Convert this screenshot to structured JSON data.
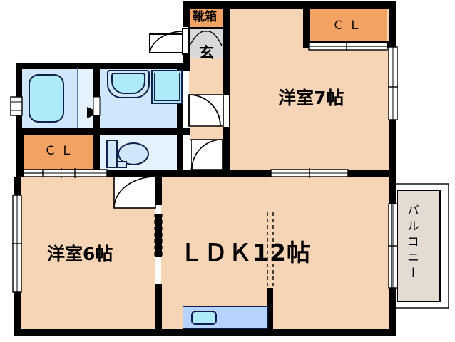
{
  "plan": {
    "title": "Japanese apartment floor plan",
    "colors": {
      "wall": "#000000",
      "room_floor": "#f6d5b6",
      "closet": "#f2a364",
      "wet_area": "#e3f2fd",
      "wet_fixture": "#cfe6fb",
      "entry_floor": "#d9d9d9",
      "balcony": "#e3dcd2",
      "water": "#aeeaf7"
    },
    "rooms": [
      {
        "key": "washitsu7",
        "label": "洋室7帖",
        "type": "bedroom",
        "size_tatami": 7
      },
      {
        "key": "washitsu6",
        "label": "洋室6帖",
        "type": "bedroom",
        "size_tatami": 6
      },
      {
        "key": "ldk",
        "label": "ＬＤＫ12帖",
        "type": "living-dining-kitchen",
        "size_tatami": 12
      }
    ],
    "closets": [
      {
        "key": "cl_bedroom7",
        "label": "ＣＬ"
      },
      {
        "key": "cl_hall",
        "label": "ＣＬ"
      }
    ],
    "entry": {
      "shoe_box_label": "靴箱",
      "genkan_label": "玄"
    },
    "balcony": {
      "label": "バルコニー"
    },
    "fixtures": [
      {
        "key": "bathtub",
        "name": "bathtub"
      },
      {
        "key": "washbasin",
        "name": "wash-basin"
      },
      {
        "key": "washer-space",
        "name": "washing-machine-space"
      },
      {
        "key": "toilet",
        "name": "toilet"
      },
      {
        "key": "kitchen-sink",
        "name": "kitchen-sink"
      }
    ]
  }
}
